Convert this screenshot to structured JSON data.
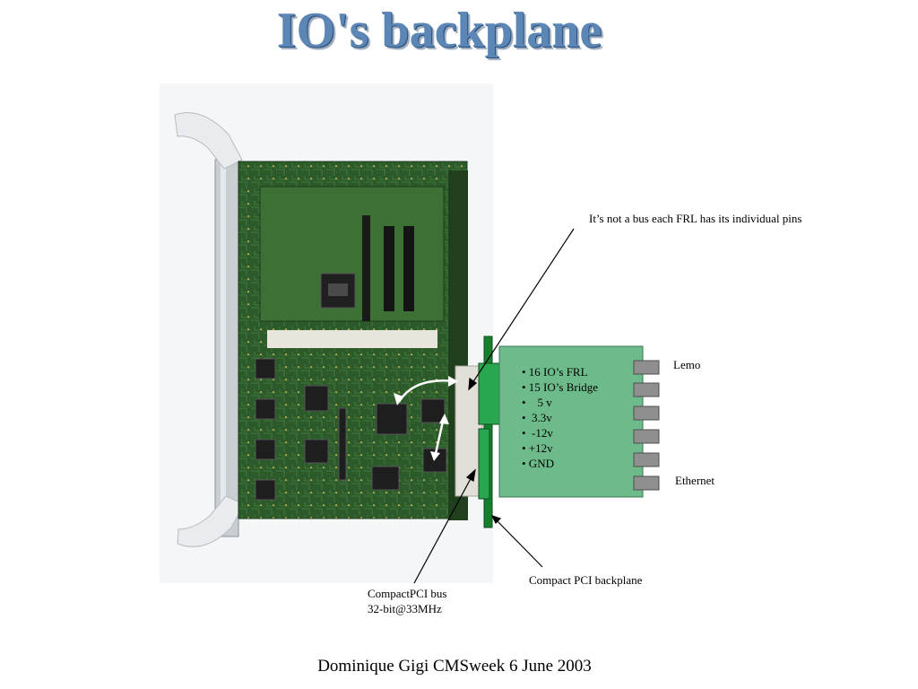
{
  "title": "IO's backplane",
  "annotations": {
    "pins_note": "It’s not a bus each FRL has its individual pins",
    "lemo": "Lemo",
    "ethernet": "Ethernet",
    "backplane": "Compact PCI backplane",
    "bus_line1": "CompactPCI bus",
    "bus_line2": "32-bit@33MHz"
  },
  "pin_list": [
    "• 16 IO’s FRL",
    "• 15 IO’s Bridge",
    "•    5 v",
    "•  3.3v",
    "•  -12v",
    "• +12v",
    "• GND"
  ],
  "footer": "Dominique Gigi CMSweek 6 June 2003",
  "colors": {
    "pcb": "#2f5d2c",
    "card_green": "#6dbb8a",
    "backplane": "#17802f",
    "title": "#5b86b5"
  }
}
